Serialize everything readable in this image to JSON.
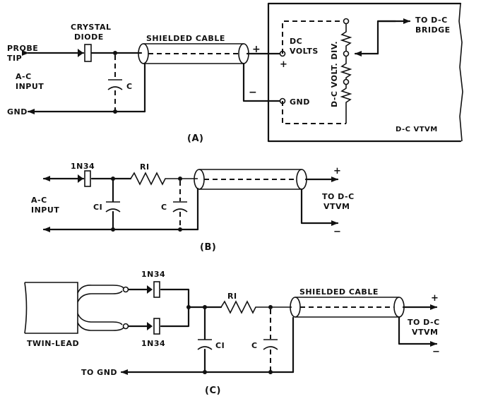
{
  "diagram_a": {
    "probe_tip": [
      "PROBE",
      "TIP"
    ],
    "crystal_diode": [
      "CRYSTAL",
      "DIODE"
    ],
    "shielded_cable": "SHIELDED CABLE",
    "ac_input": [
      "A-C",
      "INPUT"
    ],
    "cap_c": "C",
    "gnd_left": "GND",
    "plus_cable": "+",
    "minus_cable": "−",
    "dc_volts": [
      "DC",
      "VOLTS"
    ],
    "plus_terminal": "+",
    "gnd_terminal": "GND",
    "volt_div": "D-C VOLT. DIV.",
    "to_bridge": [
      "TO D-C",
      "BRIDGE"
    ],
    "vtvm": "D-C VTVM",
    "caption": "(A)"
  },
  "diagram_b": {
    "diode": "1N34",
    "r1": "RI",
    "ac_input": [
      "A-C",
      "INPUT"
    ],
    "c1": "CI",
    "c": "C",
    "plus": "+",
    "minus": "−",
    "to_vtvm": [
      "TO D-C",
      "VTVM"
    ],
    "caption": "(B)"
  },
  "diagram_c": {
    "diode_top": "1N34",
    "diode_bottom": "1N34",
    "r1": "RI",
    "shielded_cable": "SHIELDED CABLE",
    "twin_lead": "TWIN-LEAD",
    "c1": "CI",
    "c": "C",
    "to_gnd": "TO GND",
    "plus": "+",
    "minus": "−",
    "to_vtvm": [
      "TO D-C",
      "VTVM"
    ],
    "caption": "(C)"
  }
}
